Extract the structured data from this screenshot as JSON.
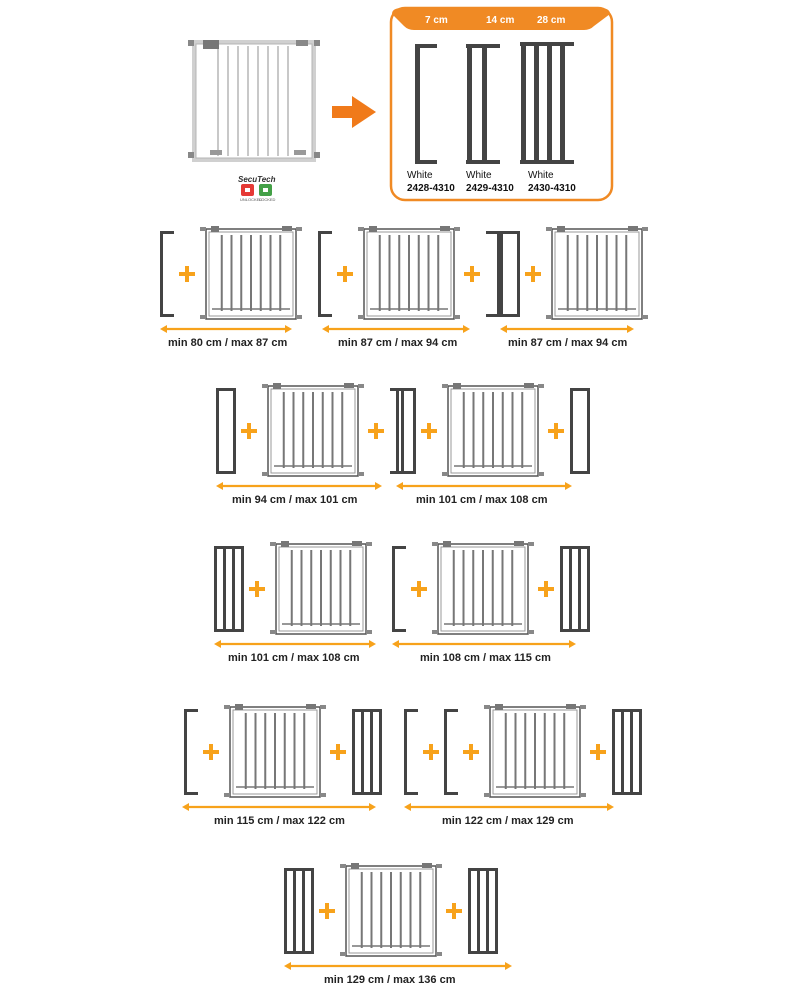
{
  "brand": "SecuTech",
  "lock_states": [
    "UNLOCKED",
    "LOCKED"
  ],
  "colors": {
    "accent": "#f7a21b",
    "header": "#f08a24",
    "frame": "#555555",
    "gate": "#bdbdbd",
    "extension": "#444444"
  },
  "extensions": [
    {
      "size": "7 cm",
      "color": "White",
      "code": "2428-4310"
    },
    {
      "size": "14 cm",
      "color": "White",
      "code": "2429-4310"
    },
    {
      "size": "28 cm",
      "color": "White",
      "code": "2430-4310"
    }
  ],
  "configurations": [
    {
      "label": "min 80 cm / max 87 cm"
    },
    {
      "label": "min 87 cm / max 94 cm"
    },
    {
      "label": "min 87 cm / max 94 cm"
    },
    {
      "label": "min 94 cm / max 101 cm"
    },
    {
      "label": "min 101 cm / max 108 cm"
    },
    {
      "label": "min 101 cm / max 108 cm"
    },
    {
      "label": "min 108 cm / max 115 cm"
    },
    {
      "label": "min 115 cm / max 122 cm"
    },
    {
      "label": "min 122 cm / max 129 cm"
    },
    {
      "label": "min 129 cm / max 136 cm"
    }
  ]
}
